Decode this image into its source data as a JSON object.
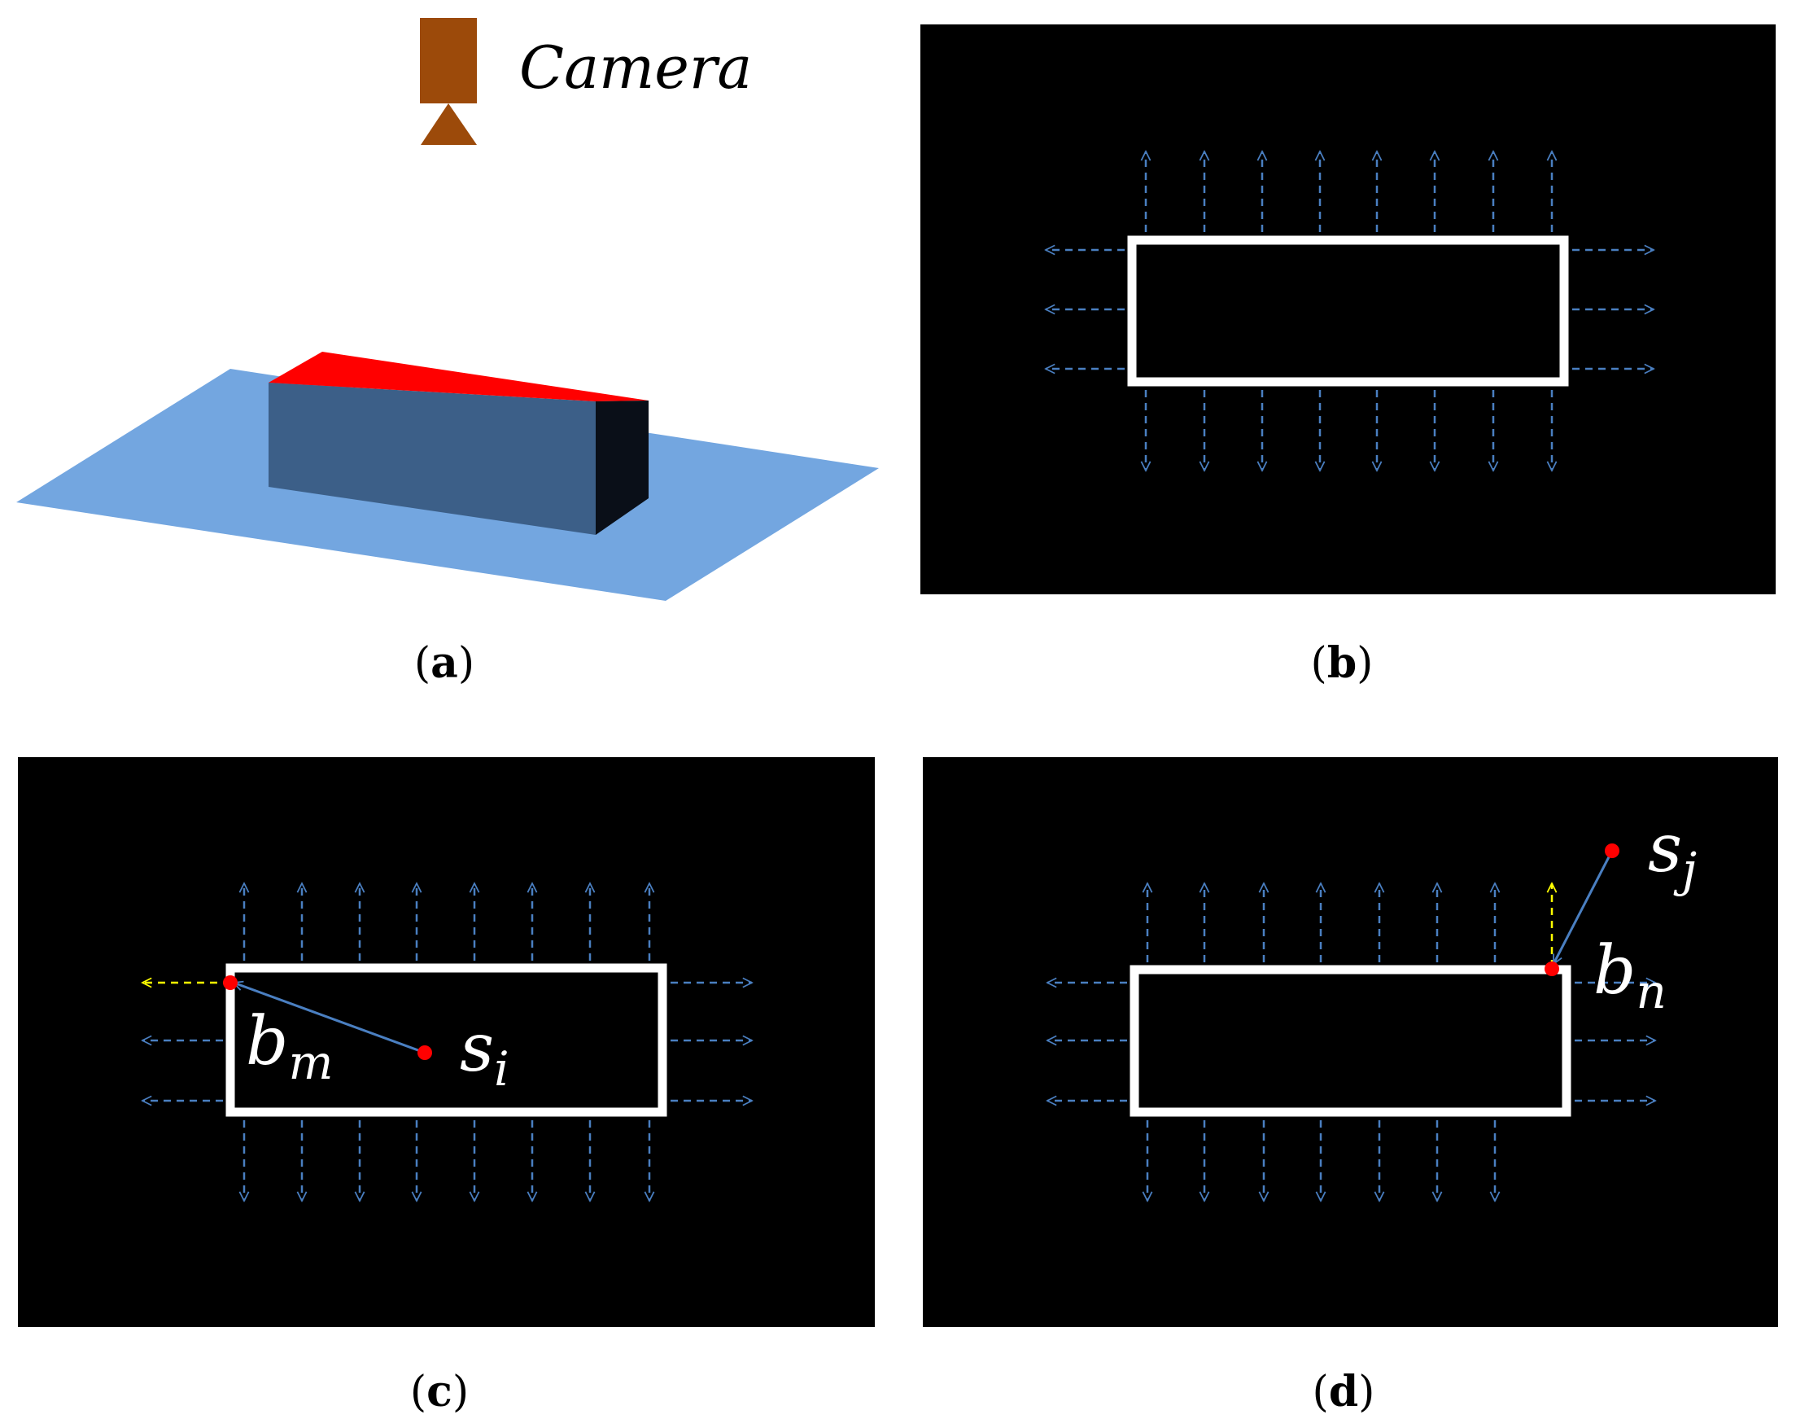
{
  "panels": {
    "a": {
      "caption": "a",
      "camera_label": "Camera"
    },
    "b": {
      "caption": "b"
    },
    "c": {
      "caption": "c",
      "point_label": "s",
      "point_sub": "i",
      "boundary_label": "b",
      "boundary_sub": "m"
    },
    "d": {
      "caption": "d",
      "point_label": "s",
      "point_sub": "j",
      "boundary_label": "b",
      "boundary_sub": "n"
    }
  },
  "colors": {
    "background": "#000000",
    "rect_outline": "#ffffff",
    "arrow": "#4a7fc1",
    "highlight_arrow": "#ffff00",
    "point": "#ff0000",
    "camera": "#9c4a0a",
    "plane": "#73a6e0",
    "box_front": "#3c5f88",
    "box_top": "#ff0000",
    "box_side": "#0a0f18"
  },
  "icons": [
    "camera-icon",
    "dashed-arrow-icon"
  ]
}
